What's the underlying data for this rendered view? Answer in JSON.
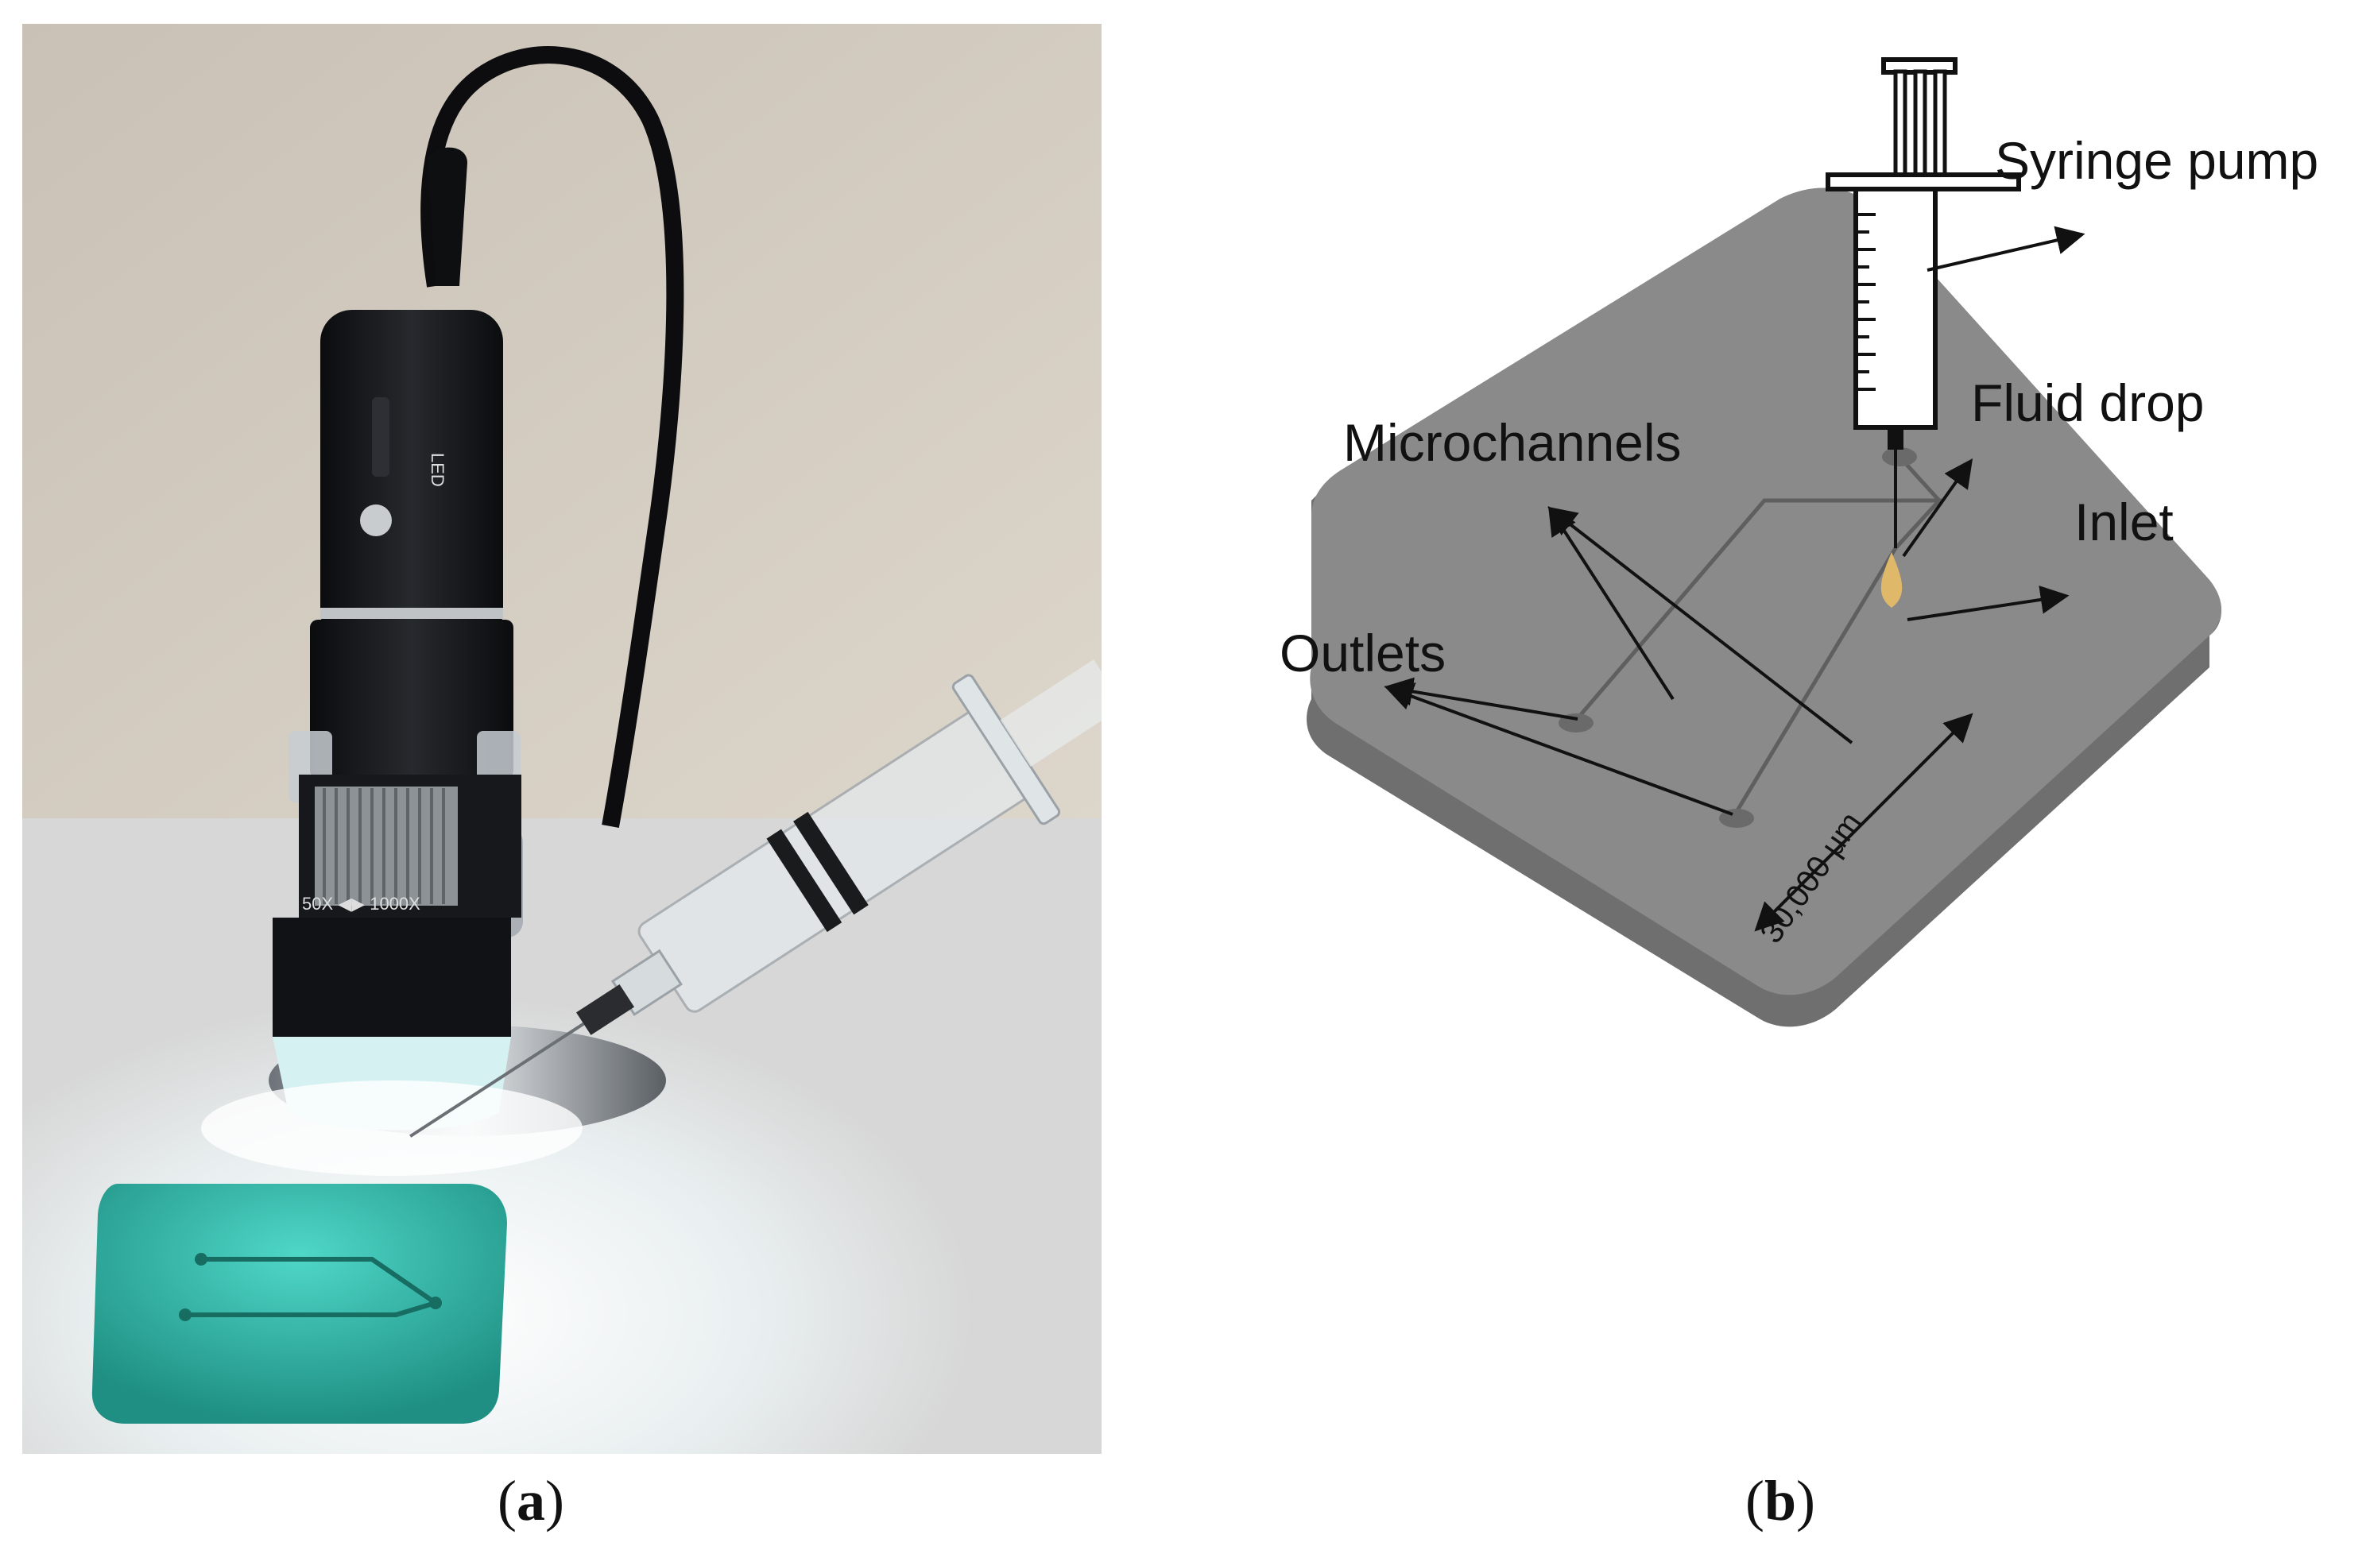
{
  "panel_a": {
    "caption_open": "(",
    "caption_letter": "a",
    "caption_close": ")",
    "device_text_led": "LED",
    "device_text_zoom": "50X ◀▶ 1000X",
    "colors": {
      "plate": "#2aa596",
      "wall": "#d3cbbf",
      "table": "#efedec",
      "microscope": "#15171a"
    }
  },
  "panel_b": {
    "caption_open": "(",
    "caption_letter": "b",
    "caption_close": ")",
    "labels": {
      "syringe_pump": "Syringe pump",
      "fluid_drop": "Fluid drop",
      "microchannels": "Microchannels",
      "inlet": "Inlet",
      "outlets": "Outlets",
      "length": "30,000 μm"
    },
    "colors": {
      "chip": "#8a8a8a",
      "chip_edge": "#6f6f6f",
      "drop": "#e0b86a"
    }
  }
}
